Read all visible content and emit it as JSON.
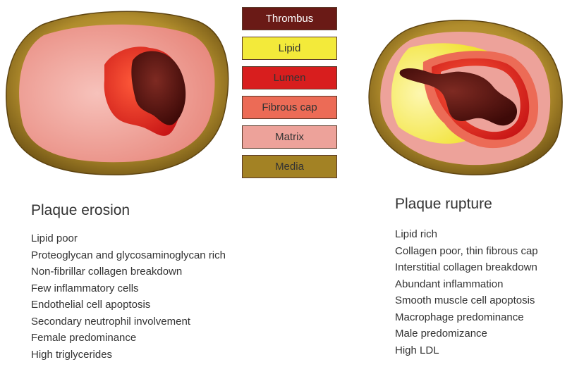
{
  "legend": [
    {
      "label": "Thrombus",
      "color": "#6a1a16",
      "text_color": "#ffffff"
    },
    {
      "label": "Lipid",
      "color": "#f3ea3a",
      "text_color": "#222222"
    },
    {
      "label": "Lumen",
      "color": "#d81e1e",
      "text_color": "#222222"
    },
    {
      "label": "Fibrous cap",
      "color": "#ec6b56",
      "text_color": "#222222"
    },
    {
      "label": "Matrix",
      "color": "#eda29a",
      "text_color": "#222222"
    },
    {
      "label": "Media",
      "color": "#a38224",
      "text_color": "#222222"
    }
  ],
  "erosion": {
    "title": "Plaque erosion",
    "items": [
      "Lipid poor",
      "Proteoglycan and glycosaminoglycan rich",
      "Non-fibrillar collagen breakdown",
      "Few inflammatory cells",
      "Endothelial cell apoptosis",
      "Secondary neutrophil involvement",
      "Female predominance",
      "High triglycerides"
    ]
  },
  "rupture": {
    "title": "Plaque rupture",
    "items": [
      "Lipid rich",
      "Collagen poor, thin fibrous cap",
      "Interstitial collagen breakdown",
      "Abundant inflammation",
      "Smooth muscle cell apoptosis",
      "Macrophage predominance",
      "Male predomizance",
      "High LDL"
    ]
  }
}
